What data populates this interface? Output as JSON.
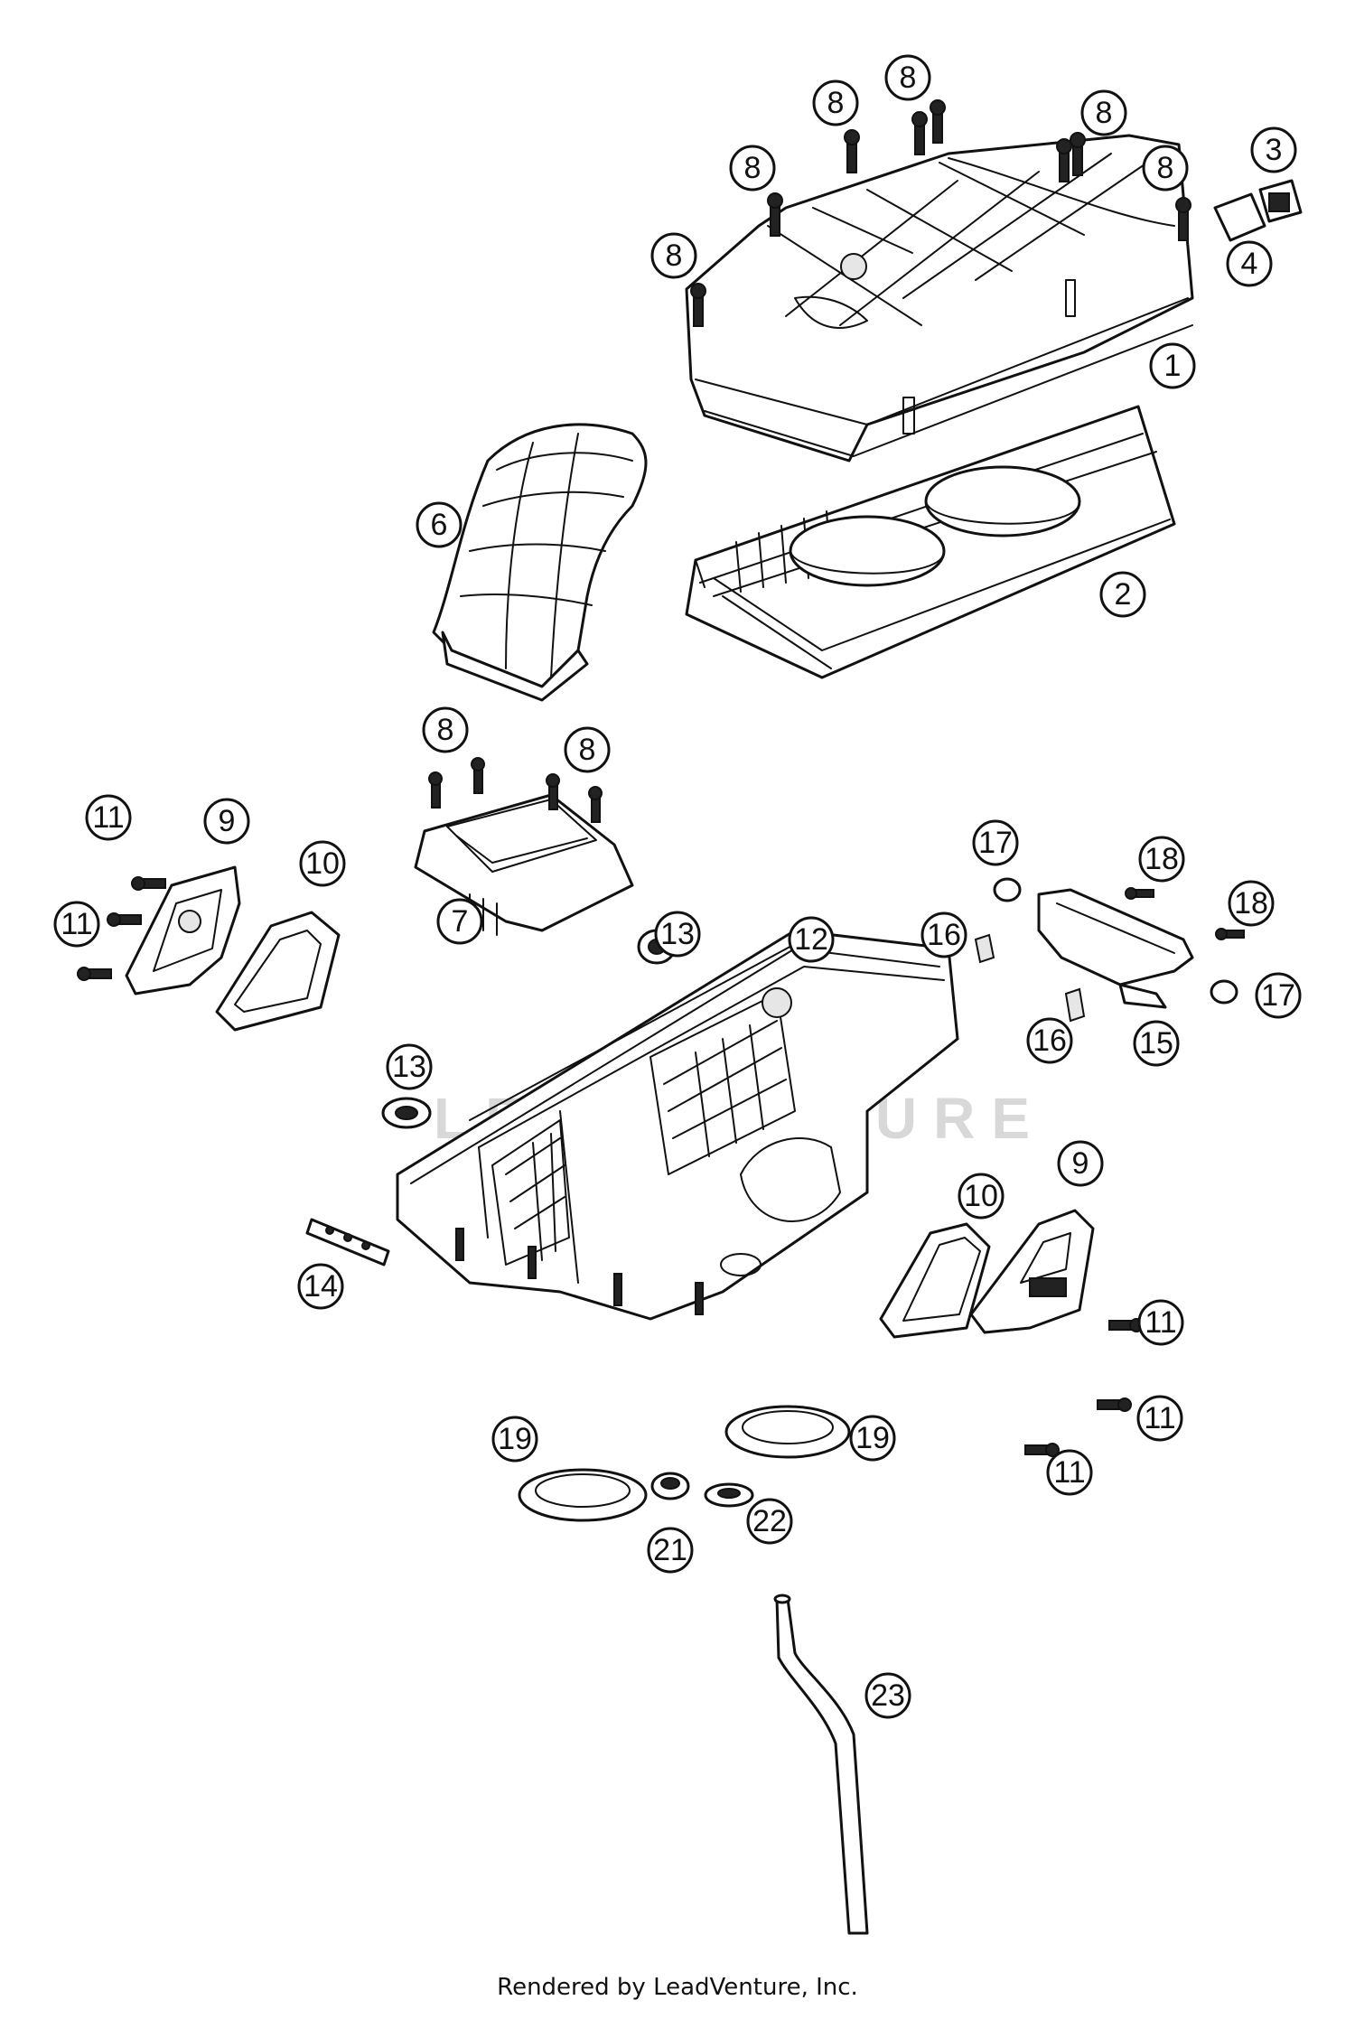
{
  "diagram": {
    "footer_credit": "Rendered by LeadVenture, Inc.",
    "watermark_text": "LEADVENTURE",
    "line_color": "#111111",
    "background_color": "#ffffff",
    "callouts": [
      "1",
      "2",
      "3",
      "4",
      "6",
      "7",
      "8",
      "9",
      "10",
      "11",
      "12",
      "13",
      "14",
      "15",
      "16",
      "17",
      "18",
      "19",
      "21",
      "22",
      "23"
    ]
  }
}
